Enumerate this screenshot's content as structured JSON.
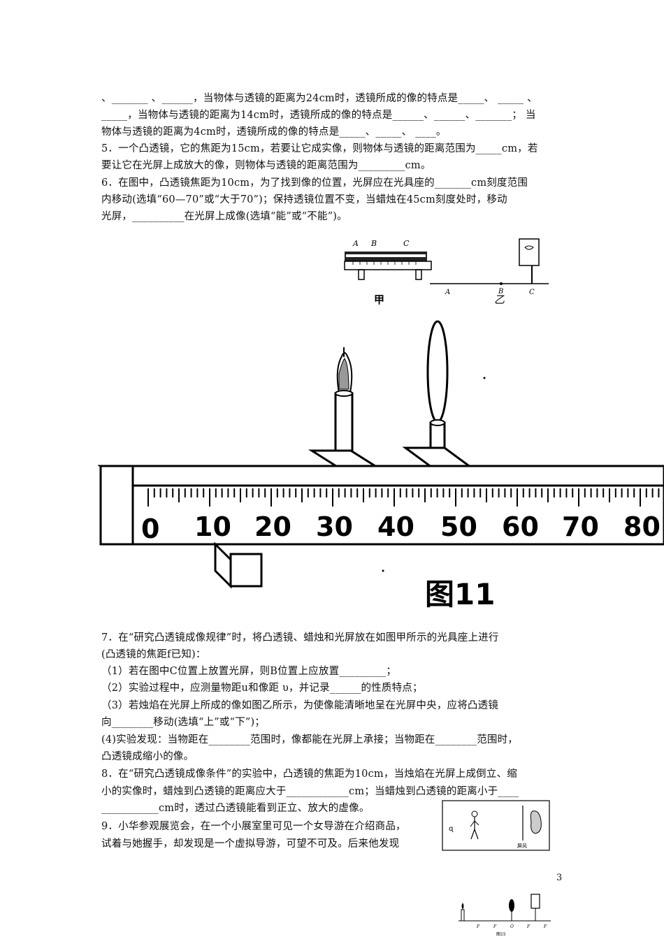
{
  "lines": [
    "、_______ 、______，当物体与透镜的距离为24cm时，透镜所成的像的特点是_____、 _____ 、",
    "_____，当物体与透镜的距离为14cm时，透镜所成的像的特点是______、______、_______； 当",
    "物体与透镜的距离为4cm时，透镜所成的像的特点是_____、_____、 ____。",
    "5．一个凸透镜，它的焦距为15cm，若要让它成实像，则物体与透镜的距离范围为_____cm，若",
    "要让它在光屏上成放大的像，则物体与透镜的距离范围为_________cm。",
    "6．在图中，凸透镜焦距为10cm，为了找到像的位置，光屏应在光具座的_______cm刻度范围",
    "内移动(选填“60—70”或“大于70”)；保持透镜位置不变，当蜡烛在45cm刻度处时，移动",
    "光屏，__________在光屏上成像(选填“能”或“不能”)。",
    "7．在“研究凸透镜成像规律”时，将凸透镜、蜡烛和光屏放在如图甲所示的光具座上进行",
    "(凸透镜的焦距f已知)：",
    "（1）若在图中C位置上放置光屏，则B位置上应放置_________；",
    "（2）实验过程中，应测量物距u和像距 υ，并记录______的性质特点；",
    "（3）若烛焰在光屏上所成的像如图乙所示，为使像能清晰地呈在光屏中央，应将凸透镜",
    "向________移动(选填“上”或“下”)；",
    "(4)实验发现：当物距在________范围时，像都能在光屏上承接；当物距在________范围时，",
    "凸透镜成缩小的像。",
    "8．在“研究凸透镜成像条件”的实验中，凸透镜的焦距为10cm，当烛焰在光屏上成倒立、缩",
    "小的实像时，蜡烛到凸透镜的距离应大于____________cm；当蜡烛到凸透镜的距离小于____",
    "___________cm时，透过凸透镜能看到正立、放大的虚像。",
    "9．小华参观展览会，在一个小展室里可见一个女导游在介绍商品，",
    "试着与她握手，却发现是一个虚拟导游，可望不可及。后来他发现"
  ],
  "fig_small": {
    "labels": [
      "A",
      "B",
      "C"
    ],
    "label_jia": "甲",
    "label_yi": "乙",
    "bottom_labels": [
      "A",
      "B",
      "C"
    ]
  },
  "fig11": {
    "ticks": [
      "0",
      "10",
      "20",
      "30",
      "40",
      "50",
      "60",
      "70",
      "80"
    ],
    "caption": "图11"
  },
  "fig9": {
    "label": "屏风"
  },
  "fig15": {
    "caption": "图15",
    "marks": [
      "F",
      "F",
      "O",
      "F",
      "F"
    ]
  },
  "page_number": "3"
}
